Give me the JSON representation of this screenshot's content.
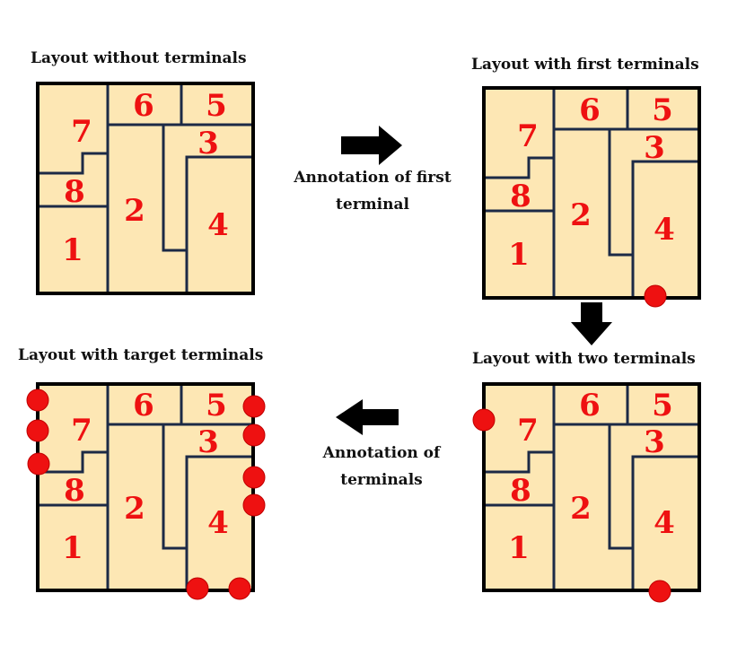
{
  "panels": {
    "p1": {
      "title": "Layout without terminals"
    },
    "p2": {
      "title": "Layout with first terminals"
    },
    "p3": {
      "title": "Layout with target terminals"
    },
    "p4": {
      "title": "Layout with two terminals"
    }
  },
  "annotations": {
    "first": {
      "line1": "Annotation of first",
      "line2": "terminal"
    },
    "all": {
      "line1": "Annotation of",
      "line2": "terminals"
    }
  },
  "rooms": [
    "1",
    "2",
    "3",
    "4",
    "5",
    "6",
    "7",
    "8"
  ],
  "colors": {
    "room_fill": "#fde7b4",
    "wall": "#1c2a46",
    "number": "#ee1111",
    "terminal": "#ee1111",
    "arrow": "#000000"
  }
}
